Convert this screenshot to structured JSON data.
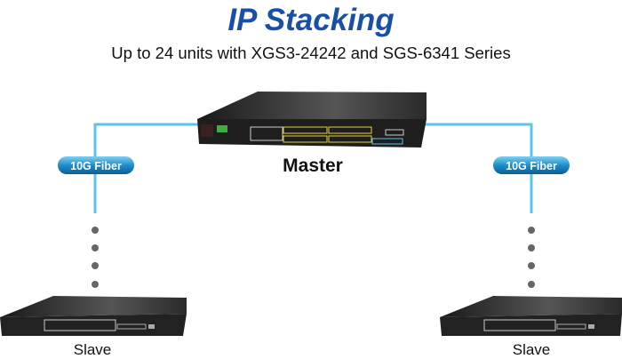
{
  "title": "IP Stacking",
  "subtitle": "Up to 24 units with XGS3-24242 and SGS-6341 Series",
  "master": {
    "label": "Master"
  },
  "links": [
    {
      "label": "10G Fiber"
    },
    {
      "label": "10G Fiber"
    }
  ],
  "slaves": [
    {
      "label": "Slave"
    },
    {
      "label": "Slave"
    }
  ],
  "colors": {
    "title": "#1a4fa8",
    "fiber_line": "#5bc4ec",
    "badge": "#1286c2",
    "dots": "#666666"
  }
}
